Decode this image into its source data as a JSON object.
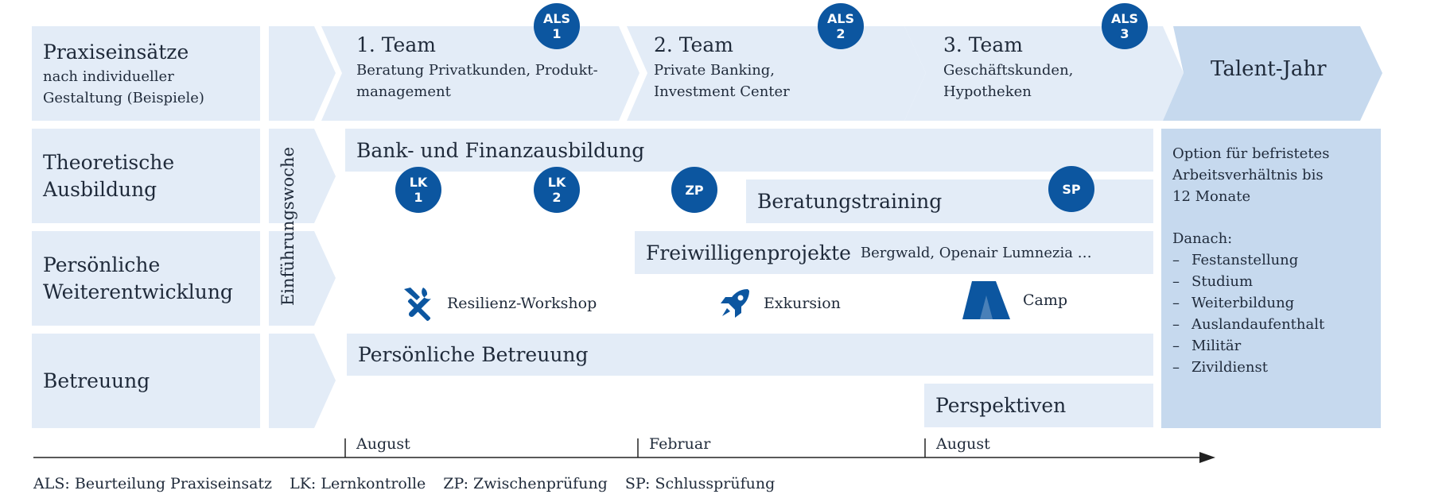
{
  "colors": {
    "light": "#e3ecf7",
    "mid": "#c6d9ee",
    "badge": "#0c56a0",
    "text": "#1f2a3a",
    "axis": "#222222"
  },
  "rows": {
    "praxis": {
      "title": "Praxiseinsätze",
      "subtitle_line1": "nach individueller",
      "subtitle_line2": "Gestaltung (Beispiele)"
    },
    "theorie": {
      "line1": "Theoretische",
      "line2": "Ausbildung"
    },
    "persoenlich": {
      "line1": "Persönliche",
      "line2": "Weiterentwicklung"
    },
    "betreuung": {
      "line1": "Betreuung"
    }
  },
  "intro_week": "Einführungswoche",
  "teams": [
    {
      "title": "1. Team",
      "line1": "Beratung Privatkunden, Produkt-",
      "line2": "management",
      "badge_line1": "ALS",
      "badge_line2": "1"
    },
    {
      "title": "2. Team",
      "line1": "Private Banking,",
      "line2": "Investment Center",
      "badge_line1": "ALS",
      "badge_line2": "2"
    },
    {
      "title": "3. Team",
      "line1": "Geschäftskunden,",
      "line2": "Hypotheken",
      "badge_line1": "ALS",
      "badge_line2": "3"
    }
  ],
  "talent_year": "Talent-Jahr",
  "bars": {
    "bank": "Bank- und Finanzausbildung",
    "beratung": "Beratungstraining",
    "freiwillig_title": "Freiwilligenprojekte",
    "freiwillig_sub": "Bergwald, Openair Lumnezia …",
    "betreuung": "Persönliche Betreuung",
    "perspektiven": "Perspektiven"
  },
  "badges": {
    "lk1": {
      "line1": "LK",
      "line2": "1"
    },
    "lk2": {
      "line1": "LK",
      "line2": "2"
    },
    "zp": {
      "line1": "ZP"
    },
    "sp": {
      "line1": "SP"
    }
  },
  "activities": {
    "resilienz": {
      "label": "Resilienz-Workshop",
      "icon": "tools-icon"
    },
    "exkursion": {
      "label": "Exkursion",
      "icon": "rocket-icon"
    },
    "camp": {
      "label": "Camp",
      "icon": "tent-icon"
    }
  },
  "right_panel": {
    "line1": "Option für befristetes",
    "line2": "Arbeitsverhältnis bis",
    "line3": "12 Monate",
    "after": "Danach:",
    "items": [
      "Festanstellung",
      "Studium",
      "Weiterbildung",
      "Auslandaufenthalt",
      "Militär",
      "Zivildienst"
    ]
  },
  "timeline": [
    "August",
    "Februar",
    "August"
  ],
  "legend": [
    {
      "abbr": "ALS:",
      "text": "Beurteilung Praxiseinsatz"
    },
    {
      "abbr": "LK:",
      "text": "Lernkontrolle"
    },
    {
      "abbr": "ZP:",
      "text": "Zwischenprüfung"
    },
    {
      "abbr": "SP:",
      "text": "Schlussprüfung"
    }
  ]
}
